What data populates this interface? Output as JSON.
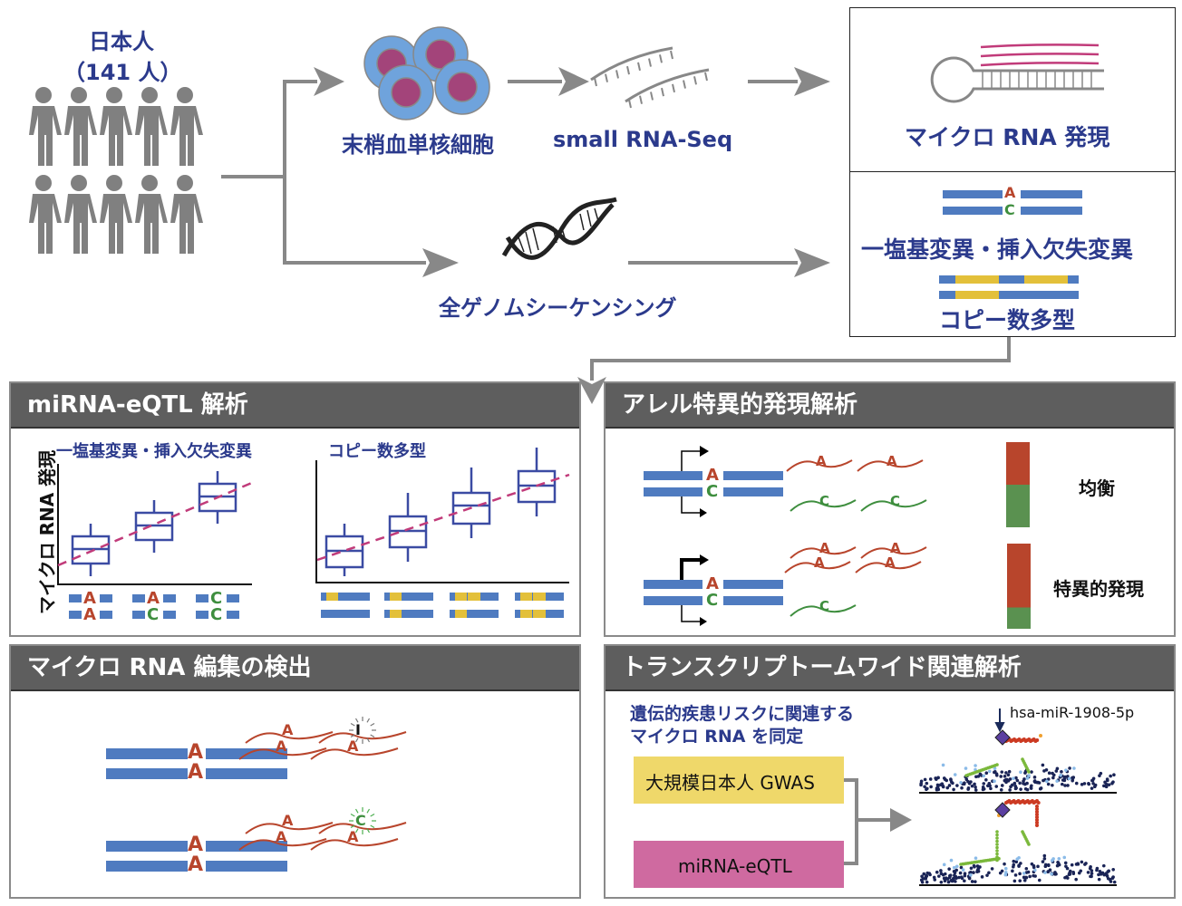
{
  "cohort": {
    "title": "日本人",
    "count_label": "（141 人）",
    "people_icons": 10
  },
  "pipeline": {
    "pbmc_label": "末梢血単核細胞",
    "small_rna_label": "small RNA-Seq",
    "wgs_label": "全ゲノムシーケンシング"
  },
  "outputs": {
    "mirna_expression_label": "マイクロ RNA 発現",
    "snv_indel_label": "一塩基変異・挿入欠失変異",
    "cnv_label": "コピー数多型",
    "snv_alleles": [
      "A",
      "C"
    ]
  },
  "panels": {
    "eqtl": {
      "title": "miRNA-eQTL 解析",
      "y_axis_label": "マイクロ RNA 発現",
      "snv_subtitle": "一塩基変異・挿入欠失変異",
      "cnv_subtitle": "コピー数多型",
      "snv_genotypes": [
        [
          "A",
          "A"
        ],
        [
          "A",
          "C"
        ],
        [
          "C",
          "C"
        ]
      ]
    },
    "ase": {
      "title": "アレル特異的発現解析",
      "balanced_label": "均衡",
      "specific_label": "特異的発現",
      "balanced_ratio": {
        "A": 0.5,
        "C": 0.5
      },
      "specific_ratio": {
        "A": 0.75,
        "C": 0.25
      },
      "alleles": [
        "A",
        "C"
      ]
    },
    "editing": {
      "title": "マイクロ RNA 編集の検出",
      "genomic_allele": "A",
      "edited_base_1": "I",
      "edited_base_2": "C"
    },
    "twas": {
      "title": "トランスクリプトームワイド関連解析",
      "description_line1": "遺伝的疾患リスクに関連する",
      "description_line2": "マイクロ RNA を同定",
      "gwas_label": "大規模日本人 GWAS",
      "eqtl_label": "miRNA-eQTL",
      "mirna_annotation": "hsa-miR-1908-5p"
    }
  },
  "colors": {
    "label_blue": "#2b3a8c",
    "dna_blue": "#4f7bc0",
    "allele_a": "#b8452c",
    "allele_c": "#3e8e3e",
    "cnv_yellow": "#e3c03a",
    "gwas_box": "#efd86a",
    "eqtl_box": "#cf6aa0",
    "arrow_gray": "#888888",
    "header_gray": "#5e5e5e",
    "trend_pink": "#c13b7a"
  }
}
